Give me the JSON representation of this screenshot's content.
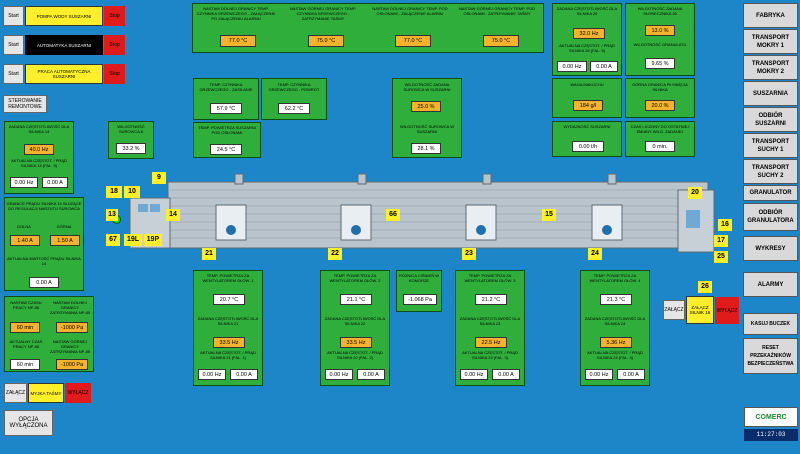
{
  "colors": {
    "background": "#1c86c9",
    "panel": "#2fae3c",
    "value_orange": "#f5b32b",
    "tag_yellow": "#ffee2a",
    "stop_red": "#e01b1b"
  },
  "control_rows": [
    {
      "start": "Start",
      "label": "POMPA WODY SUSZARNI",
      "stop": "Stop",
      "style": "yellow"
    },
    {
      "start": "Start",
      "label": "AUTOMATYKA SUSZARNI",
      "stop": "Stop",
      "style": "black"
    },
    {
      "start": "Start",
      "label": "PRACA AUTOMATYCZNA SUSZARNI",
      "stop": "Stop",
      "style": "yellow"
    }
  ],
  "sterowanie": "STEROWANIE REMONTOWE",
  "top_set": [
    {
      "text": "NASTAW DOLNEJ GRANICY TEMP. CZYNNIKA GRZEWCZEGO - ZAŁĄCZENIE PO ZAŁĄCZENIU ALARMU",
      "value": "77.0 °C"
    },
    {
      "text": "NASTAW GÓRNEJ GRANICY TEMP. CZYNNIKA GRZEWCZEGO - ZATRZYMANIE TAŚMY",
      "value": "75.0 °C"
    },
    {
      "text": "NASTAW DOLNEJ GRANICY TEMP. POD OSŁONAMI - ZAŁĄCZENIE ALARMU",
      "value": "77.0 °C"
    },
    {
      "text": "NASTAW GÓRNEJ GRANICY TEMP. POD OSŁONAMI - ZATRZYMANIE TAŚMY",
      "value": "75.0 °C"
    }
  ],
  "right_top": {
    "freq_title": "ZADANA CZĘSTOTLIWOŚĆ DLA SILNIKA 26",
    "freq_val": "32.0 Hz",
    "akt_title": "AKTUALNA CZĘSTOT. / PRĄD SILNIKA 26 (FAL. 6)",
    "akt_hz": "0.00 Hz",
    "akt_a": "0.00 A",
    "wilg_zad_title": "WILGOTNOŚĆ ZADANA SŁONECZNIKA 26",
    "wilg_zad": "13.0 %",
    "wilg_gr_title": "WILGOTNOŚĆ GRANULATU",
    "wilg_gr": "9.65 %",
    "waga_title": "WAGA MAKUCHU",
    "waga": "184 g/l",
    "gran_title": "GÓRNA GRANICA PŁYNIĘCIA SILNIKA",
    "gran": "20.0 %",
    "wyd_title": "WYDAJNOŚĆ SUSZARNI",
    "wyd": "0.00 t/h",
    "czas_title": "CZAS LICZONY DO OSTATNIEJ ZMIANY WILG. ZADANEJ",
    "czas": "0 min."
  },
  "temps": {
    "t1_title": "TEMP. CZYNNIKA GRZEWCZEGO - ZASILANIE",
    "t1": "57.9 °C",
    "t2_title": "TEMP. CZYNNIKA GRZEWCZEGO - POWRÓT",
    "t2": "62.2 °C",
    "t3_title": "TEMP. POWIETRZA SUSZARNI POD OSŁONAMI",
    "t3": "24.5 °C",
    "wz_title": "WILGOTNOŚĆ ZADANA SUROWCA W SUSZARNI",
    "wz": "25.0 %",
    "ws_title": "WILGOTNOŚĆ SUROWCA W SUSZARNI",
    "ws": "28.1 %",
    "wsur_title": "WILGOTNOŚĆ SUROWCA 8",
    "wsur": "33.2 %"
  },
  "left_mid": {
    "title": "ZADANA CZĘSTOTLIWOŚĆ DLA SILNIKA 14",
    "freq": "40.0 Hz",
    "akt_title": "AKTUALNA CZĘSTOT. / PRĄD SILNIKA 14 (FAL. 5)",
    "hz": "0.00 Hz",
    "a": "0.00 A"
  },
  "left_prad": {
    "title": "GRANICE PRĄDU SILNIKA 14 SŁUŻĄCE DO REGULACJI NARZUTU SUROWCA",
    "dolna_lbl": "DOLNA",
    "gorna_lbl": "GÓRNA",
    "dolna": "1.40 A",
    "gorna": "1.50 A",
    "akt_title": "AKTUALNA WARTOŚĆ PRĄDU SILNIKA 14",
    "akt": "0.00 A"
  },
  "left_bottom": {
    "c1": "NASTAW CZASU PRACY NP-85",
    "c1v": "60 min",
    "c2": "NASTAW DOLNEJ GRANICY ZATRZYMANIA NP-85",
    "c2v": "-1000 Pa",
    "c3": "AKTUALNY CZAS PRACY NP-85",
    "c3v": "60 min",
    "c4": "NASTAW GÓRNEJ GRANICY ZATRZYMANIA NP-85",
    "c4v": "-1000 Pa"
  },
  "myjka": {
    "on": "ZAŁĄCZ",
    "label": "MYJKA TAŚMY",
    "off": "WYŁĄCZ"
  },
  "opcja": "OPCJA WYŁĄCZONA",
  "fans": [
    {
      "t": "TEMP. POWIETRZA ZA WENTYLATOREM GŁÓW. 1",
      "tv": "20.7 °C",
      "f": "ZADANA CZĘSTOTLIWOŚĆ DLA SILNIKA 21",
      "fv": "33.5 Hz",
      "a": "AKTUALNA CZĘSTOT. / PRĄD SILNIKA 21 (FAL. 1)",
      "hz": "0.00 Hz",
      "amp": "0.00 A"
    },
    {
      "t": "TEMP. POWIETRZA ZA WENTYLATOREM GŁÓW. 2",
      "tv": "21.1 °C",
      "f": "ZADANA CZĘSTOTLIWOŚĆ DLA SILNIKA 22",
      "fv": "33.5 Hz",
      "a": "AKTUALNA CZĘSTOT. / PRĄD SILNIKA 22 (FAL. 2)",
      "hz": "0.00 Hz",
      "amp": "0.00 A"
    },
    {
      "t": "TEMP. POWIETRZA ZA WENTYLATOREM GŁÓW. 3",
      "tv": "21.2 °C",
      "f": "ZADANA CZĘSTOTLIWOŚĆ DLA SILNIKA 23",
      "fv": "22.5 Hz",
      "a": "AKTUALNA CZĘSTOT. / PRĄD SILNIKA 23 (FAL. 3)",
      "hz": "0.00 Hz",
      "amp": "0.00 A"
    },
    {
      "t": "TEMP. POWIETRZA ZA WENTYLATOREM GŁÓW. 4",
      "tv": "21.3 °C",
      "f": "ZADANA CZĘSTOTLIWOŚĆ DLA SILNIKA 24",
      "fv": "5.36 Hz",
      "a": "AKTUALNA CZĘSTOT. / PRĄD SILNIKA 24 (FAL. 4)",
      "hz": "0.00 Hz",
      "amp": "0.00 A"
    }
  ],
  "cisn": {
    "title": "RÓŻNICA CIŚNIEŃ W KOMORZE",
    "v": "-1.068 Pa"
  },
  "silnik16": {
    "on": "ZAŁĄCZ",
    "label": "ZAŁĄCZ SILNIK 16",
    "off": "WYŁĄCZ"
  },
  "tags": [
    "18",
    "10",
    "9",
    "13",
    "14",
    "67",
    "19L",
    "19P",
    "21",
    "66",
    "22",
    "15",
    "23",
    "24",
    "20",
    "16",
    "17",
    "25",
    "26"
  ],
  "nav": [
    "FABRYKA",
    "TRANSPORT MOKRY 1",
    "TRANSPORT MOKRY 2",
    "SUSZARNIA",
    "ODBIÓR SUSZARNI",
    "TRANSPORT SUCHY 1",
    "TRANSPORT SUCHY 2",
    "GRANULATOR",
    "ODBIÓR GRANULATORA",
    "WYKRESY",
    "ALARMY",
    "KASUJ BUCZEK",
    "RESET PRZEKAŹNIKÓW BEZPIECZEŃSTWA"
  ],
  "logo": "COMERC",
  "clock": "11:27:03"
}
